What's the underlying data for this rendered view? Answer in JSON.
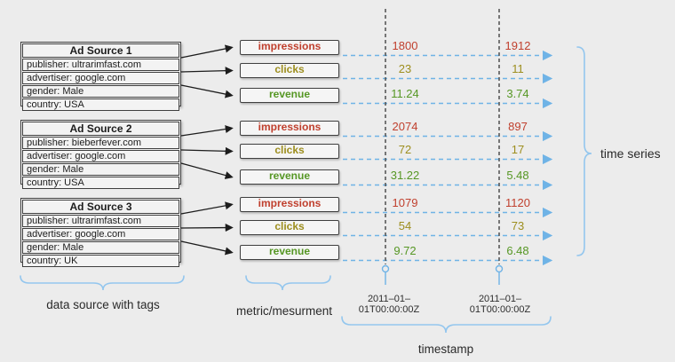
{
  "colors": {
    "impressions": "#c0402e",
    "clicks": "#9d8e1e",
    "revenue": "#569724",
    "accent_blue": "#6fb3e6",
    "brace_blue": "#93c6ee",
    "line_gray": "#4f4f4f",
    "background": "#ececec"
  },
  "metric_labels": {
    "impressions": "impressions",
    "clicks": "clicks",
    "revenue": "revenue"
  },
  "sources": [
    {
      "title": "Ad Source 1",
      "tags": [
        "publisher: ultrarimfast.com",
        "advertiser: google.com",
        "gender: Male",
        "country: USA"
      ],
      "values": {
        "impressions": [
          "1800",
          "1912"
        ],
        "clicks": [
          "23",
          "11"
        ],
        "revenue": [
          "11.24",
          "3.74"
        ]
      }
    },
    {
      "title": "Ad Source 2",
      "tags": [
        "publisher: bieberfever.com",
        "advertiser: google.com",
        "gender: Male",
        "country: USA"
      ],
      "values": {
        "impressions": [
          "2074",
          "897"
        ],
        "clicks": [
          "72",
          "17"
        ],
        "revenue": [
          "31.22",
          "5.48"
        ]
      }
    },
    {
      "title": "Ad Source 3",
      "tags": [
        "publisher: ultrarimfast.com",
        "advertiser: google.com",
        "gender: Male",
        "country: UK"
      ],
      "values": {
        "impressions": [
          "1079",
          "1120"
        ],
        "clicks": [
          "54",
          "73"
        ],
        "revenue": [
          "9.72",
          "6.48"
        ]
      }
    }
  ],
  "timestamps": {
    "t1": "2011–01–01T00:00:00Z",
    "t2": "2011–01–01T00:00:00Z"
  },
  "annotations": {
    "data_source": "data source with tags",
    "metric": "metric/mesurment",
    "timestamp": "timestamp",
    "time_series": "time series"
  }
}
